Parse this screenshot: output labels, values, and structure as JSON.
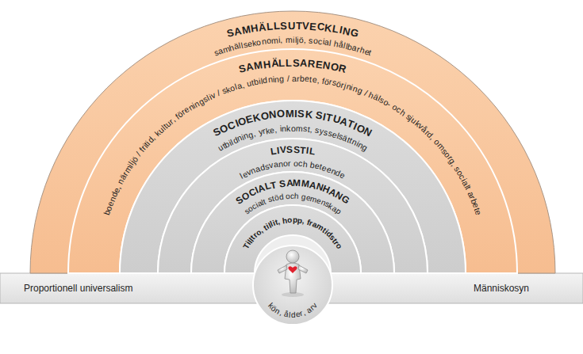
{
  "diagram": {
    "nodes": [
      {
        "text": [
          "SAMHÄLLSUTVECKLING",
          "samhällsekonomi, miljö, social hållbarhet"
        ]
      },
      {
        "text": [
          "SAMHÄLLSARENOR",
          "boende, närmiljö / fritid, kultur, föreningsliv / skola, utbildning / arbete, försörjning / hälso- och sjukvård, omsorg, socialt arbete"
        ]
      },
      {
        "text": [
          "SOCIOEKONOMISK SITUATION",
          "utbildning, yrke, inkomst, sysselsättning"
        ]
      },
      {
        "text": [
          "LIVSSTIL",
          "levnadsvanor och beteende"
        ]
      },
      {
        "text": [
          "SOCIALT SAMMANHANG",
          "socialt stöd och gemenskap"
        ]
      },
      {
        "text": [
          "Tilltro, tillit, hopp, framtidstro"
        ]
      },
      {
        "text": [
          "kön, ålder, arv"
        ]
      }
    ],
    "labels": [
      "Proportionell universalism",
      "Människosyn"
    ]
  }
}
